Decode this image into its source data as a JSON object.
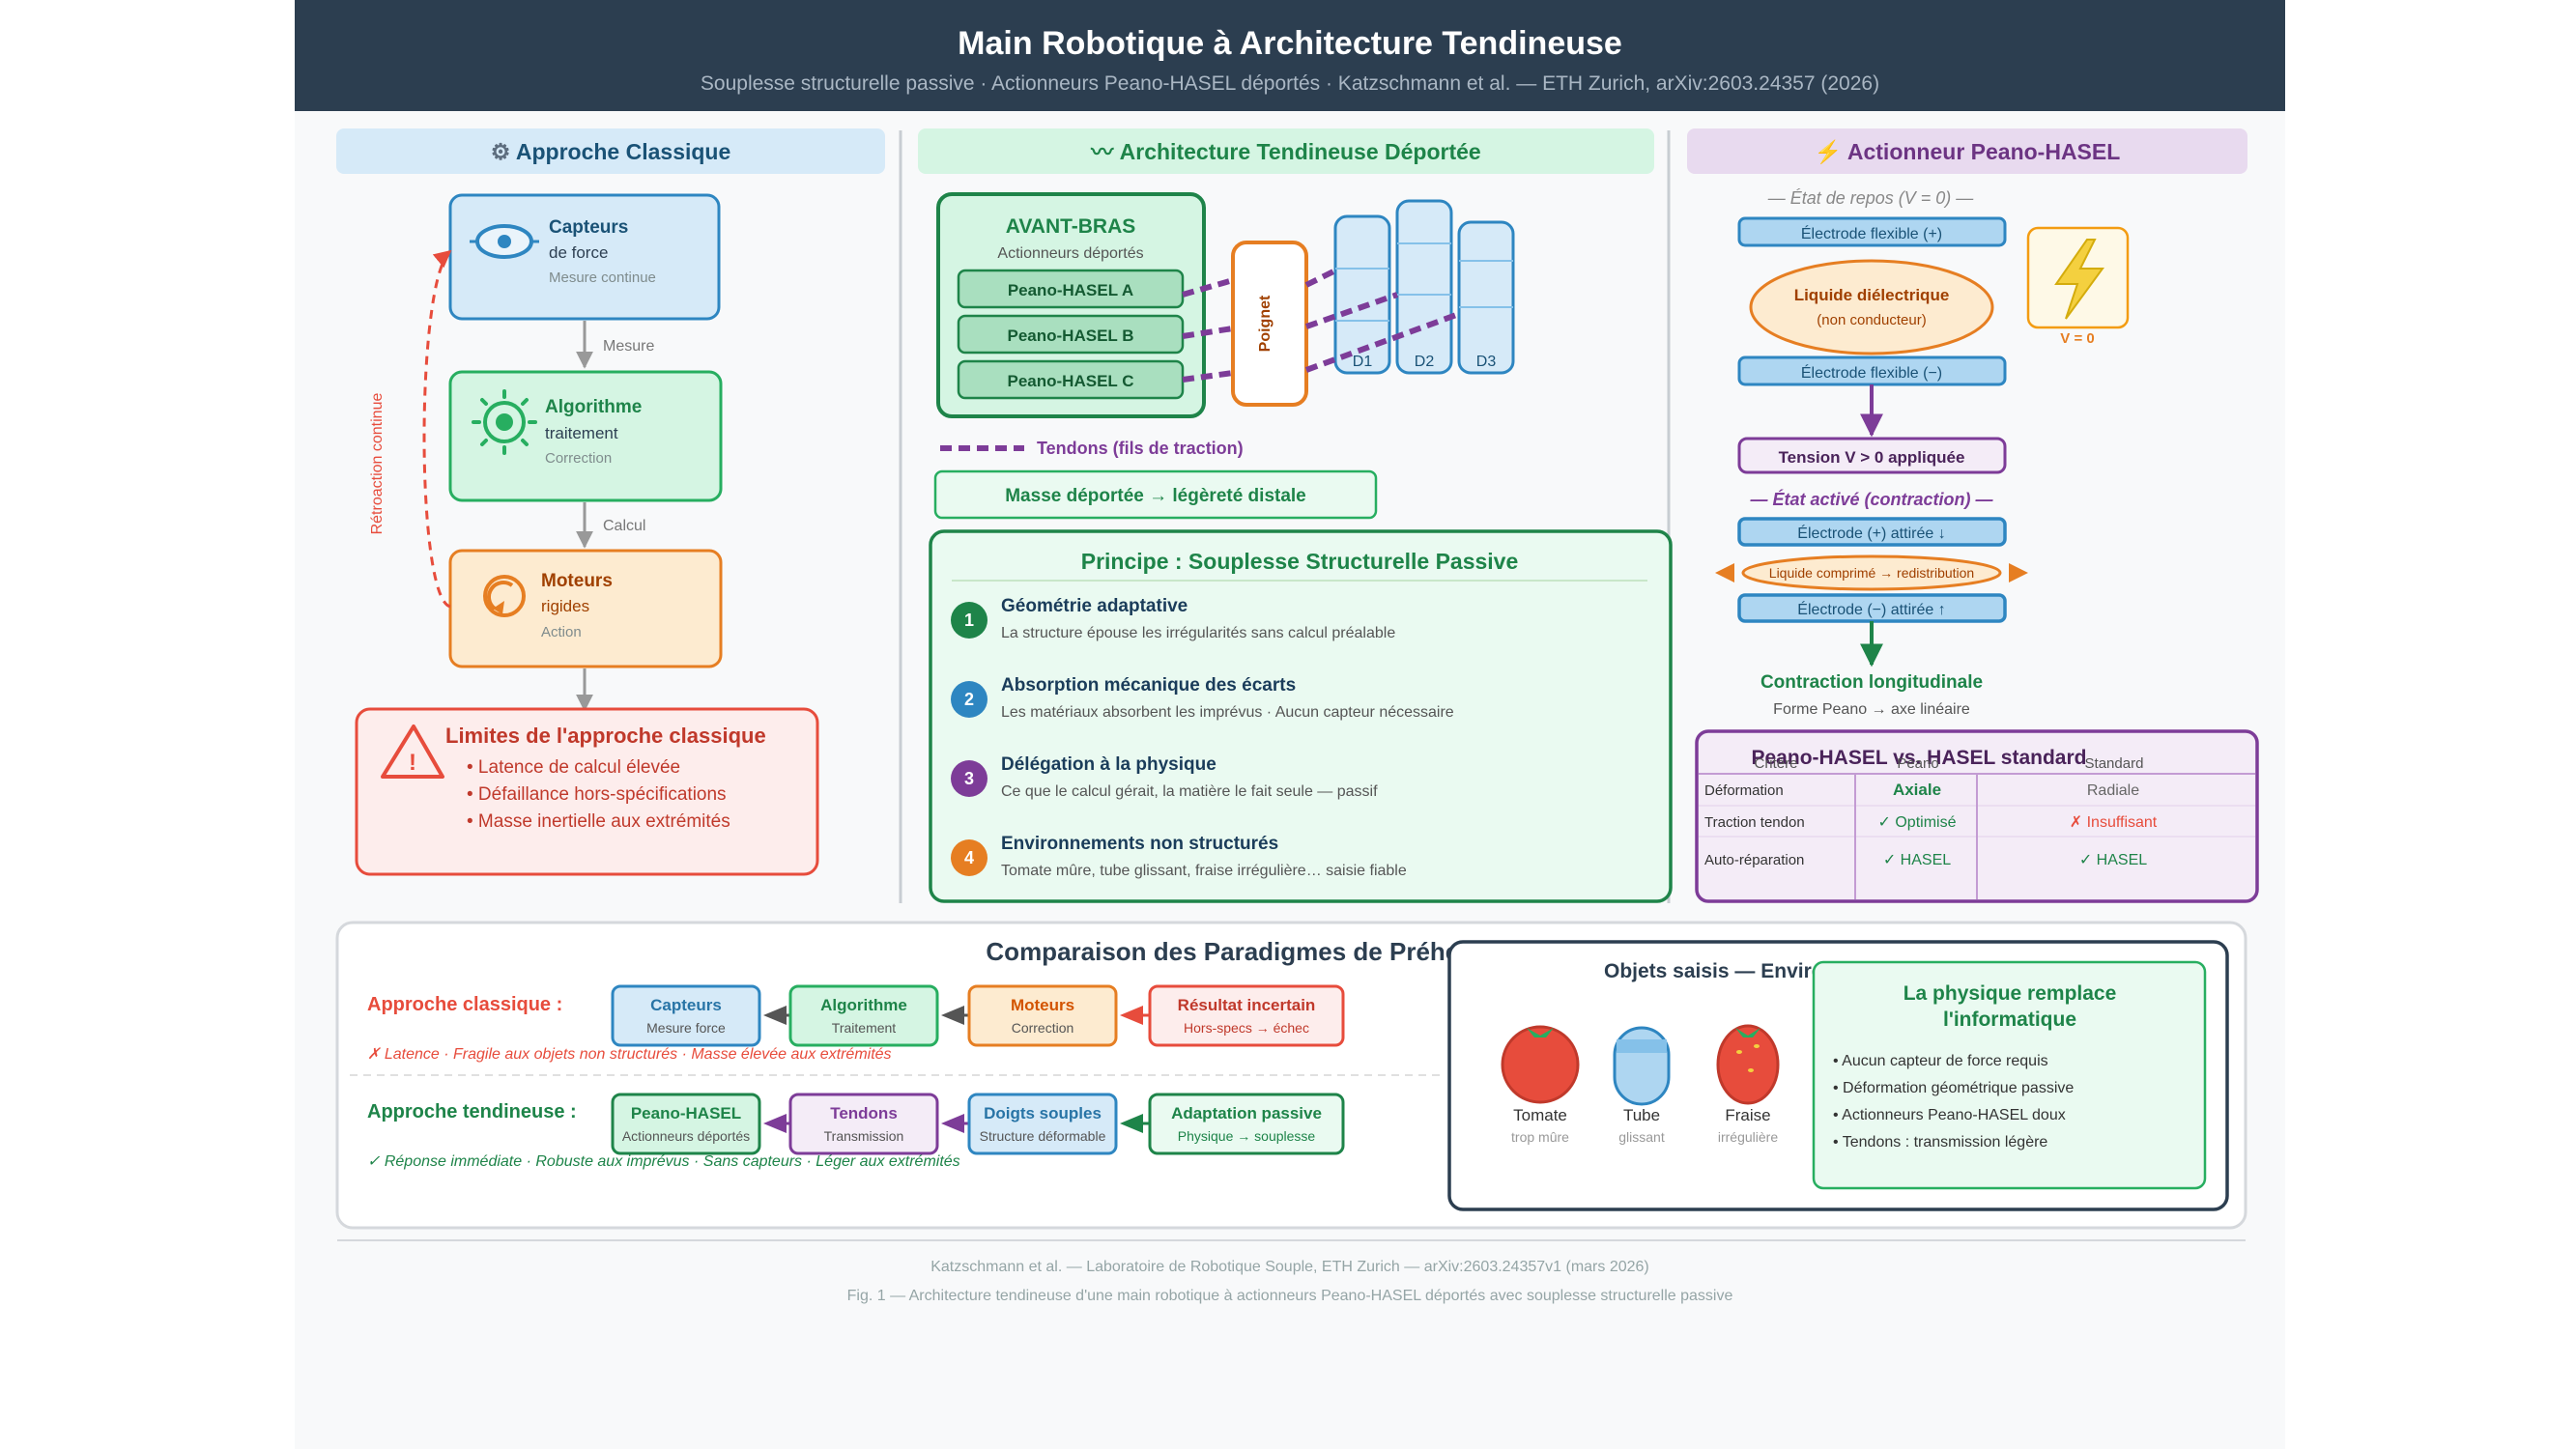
{
  "header": {
    "title": "Main Robotique à Architecture Tendineuse",
    "subtitle": "Souplesse structurelle passive · Actionneurs Peano-HASEL déportés · Katzschmann et al. — ETH Zurich, arXiv:2603.24357 (2026)"
  },
  "colors": {
    "navy": "#2c3e50",
    "blue": "#2e86c1",
    "green": "#1e8449",
    "orange": "#e67e22",
    "red": "#e74c3c",
    "purple": "#7d3c98"
  },
  "col1": {
    "header": "Approche Classique",
    "header_icon": "gear-icon",
    "sensors": {
      "title": "Capteurs",
      "sub": "de force",
      "note": "Mesure continue"
    },
    "arrow1": "Mesure",
    "algo": {
      "title": "Algorithme",
      "sub": "traitement",
      "note": "Correction"
    },
    "arrow2": "Calcul",
    "motors": {
      "title": "Moteurs",
      "sub": "rigides",
      "note": "Action"
    },
    "feedback": "Rétroaction continue",
    "limits": {
      "title": "Limites de l'approche classique",
      "items": [
        "• Latence de calcul élevée",
        "• Défaillance hors-spécifications",
        "• Masse inertielle aux extrémités"
      ]
    }
  },
  "col2": {
    "header": "Architecture Tendineuse Déportée",
    "header_icon": "tendon-icon",
    "forearm": {
      "title": "AVANT-BRAS",
      "sub": "Actionneurs déportés",
      "actuators": [
        "Peano-HASEL A",
        "Peano-HASEL B",
        "Peano-HASEL C"
      ]
    },
    "wrist": "Poignet",
    "fingers": [
      "D1",
      "D2",
      "D3"
    ],
    "legend": "Tendons (fils de traction)",
    "mass_note": "Masse déportée → légèreté distale",
    "principle": {
      "title": "Principe : Souplesse Structurelle Passive",
      "items": [
        {
          "num": "1",
          "title": "Géométrie adaptative",
          "desc": "La structure épouse les irrégularités sans calcul préalable",
          "color": "#1e8449"
        },
        {
          "num": "2",
          "title": "Absorption mécanique des écarts",
          "desc": "Les matériaux absorbent les imprévus · Aucun capteur nécessaire",
          "color": "#2e86c1"
        },
        {
          "num": "3",
          "title": "Délégation à la physique",
          "desc": "Ce que le calcul gérait, la matière le fait seule — passif",
          "color": "#7d3c98"
        },
        {
          "num": "4",
          "title": "Environnements non structurés",
          "desc": "Tomate mûre, tube glissant, fraise irrégulière… saisie fiable",
          "color": "#e67e22"
        }
      ]
    }
  },
  "col3": {
    "header": "Actionneur Peano-HASEL",
    "header_icon": "lightning-icon",
    "rest_label": "— État de repos (V = 0) —",
    "electrode_pos": "Électrode flexible (+)",
    "liquid_title": "Liquide diélectrique",
    "liquid_sub": "(non conducteur)",
    "electrode_neg": "Électrode flexible (−)",
    "v_label": "V = 0",
    "voltage_applied": "Tension V > 0 appliquée",
    "active_label": "— État activé (contraction) —",
    "electrode_pos_active": "Électrode (+) attirée ↓",
    "liquid_active": "Liquide comprimé → redistribution",
    "electrode_neg_active": "Électrode (−) attirée ↑",
    "contraction_title": "Contraction longitudinale",
    "contraction_sub": "Forme Peano → axe linéaire",
    "table": {
      "title": "Peano-HASEL vs. HASEL standard",
      "headers": [
        "Critère",
        "Peano",
        "Standard"
      ],
      "rows": [
        [
          "Déformation",
          "Axiale",
          "Radiale"
        ],
        [
          "Traction tendon",
          "✓ Optimisé",
          "✗ Insuffisant"
        ],
        [
          "Auto-réparation",
          "✓ HASEL",
          "✓ HASEL"
        ]
      ]
    }
  },
  "bottom": {
    "title": "Comparaison des Paradigmes de Préhension",
    "classic_label": "Approche classique :",
    "classic_flow": [
      {
        "title": "Capteurs",
        "sub": "Mesure force"
      },
      {
        "title": "Algorithme",
        "sub": "Traitement"
      },
      {
        "title": "Moteurs",
        "sub": "Correction"
      },
      {
        "title": "Résultat incertain",
        "sub": "Hors-specs → échec"
      }
    ],
    "classic_note": "✗ Latence · Fragile aux objets non structurés · Masse élevée aux extrémités",
    "tendon_label": "Approche tendineuse :",
    "tendon_flow": [
      {
        "title": "Peano-HASEL",
        "sub": "Actionneurs déportés"
      },
      {
        "title": "Tendons",
        "sub": "Transmission"
      },
      {
        "title": "Doigts souples",
        "sub": "Structure déformable"
      },
      {
        "title": "Adaptation passive",
        "sub": "Physique → souplesse"
      }
    ],
    "tendon_note": "✓ Réponse immédiate · Robuste aux imprévus · Sans capteurs · Léger aux extrémités",
    "objects": {
      "title": "Objets saisis — Environnements non structurés",
      "items": [
        {
          "name": "Tomate",
          "sub": "trop mûre",
          "icon": "tomato-icon"
        },
        {
          "name": "Tube",
          "sub": "glissant",
          "icon": "tube-icon"
        },
        {
          "name": "Fraise",
          "sub": "irrégulière",
          "icon": "strawberry-icon"
        }
      ]
    },
    "physics": {
      "title_line1": "La physique remplace",
      "title_line2": "l'informatique",
      "items": [
        "• Aucun capteur de force requis",
        "• Déformation géométrique passive",
        "• Actionneurs Peano-HASEL doux",
        "• Tendons : transmission légère"
      ]
    }
  },
  "footer": {
    "line1": "Katzschmann et al. — Laboratoire de Robotique Souple, ETH Zurich — arXiv:2603.24357v1 (mars 2026)",
    "line2": "Fig. 1 — Architecture tendineuse d'une main robotique à actionneurs Peano-HASEL déportés avec souplesse structurelle passive"
  }
}
